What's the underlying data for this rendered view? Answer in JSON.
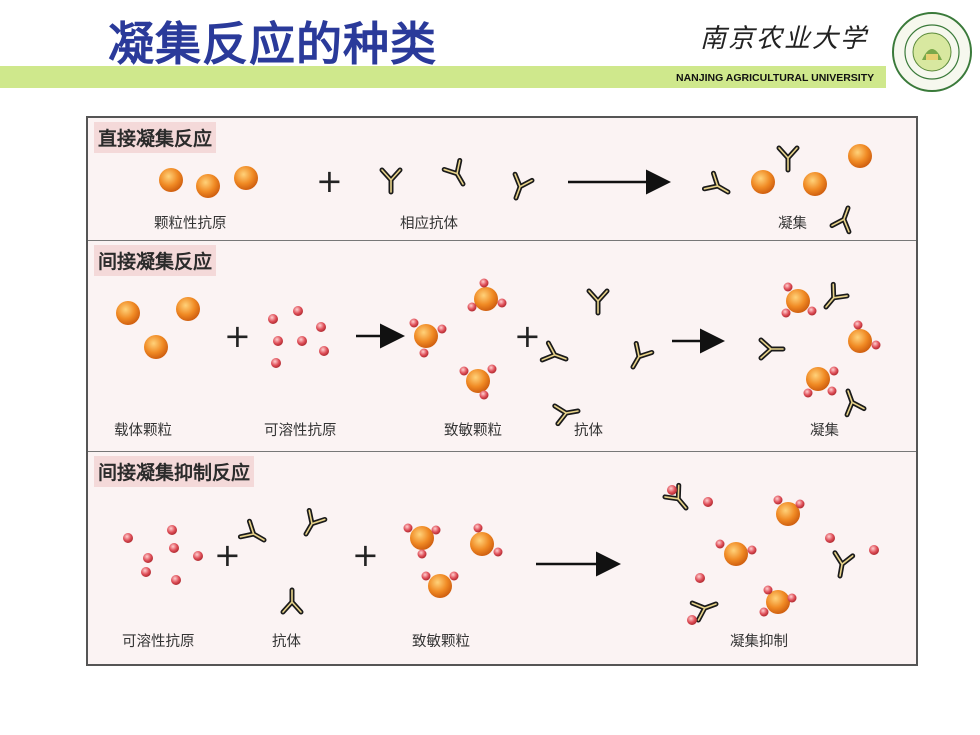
{
  "title": "凝集反应的种类",
  "university": {
    "name_cn": "南京农业大学",
    "name_en": "NANJING AGRICULTURAL UNIVERSITY"
  },
  "panels": [
    {
      "title": "直接凝集反应",
      "labels": [
        "颗粒性抗原",
        "相应抗体",
        "凝集"
      ]
    },
    {
      "title": "间接凝集反应",
      "labels": [
        "载体颗粒",
        "可溶性抗原",
        "致敏颗粒",
        "抗体",
        "凝集"
      ]
    },
    {
      "title": "间接凝集抑制反应",
      "labels": [
        "可溶性抗原",
        "抗体",
        "致敏颗粒",
        "凝集抑制"
      ]
    }
  ],
  "colors": {
    "title": "#2a3a9a",
    "band": "#cfe88c",
    "particle": "#f08a24",
    "antigen": "#e0505a",
    "antibody": "#1a1a1a"
  }
}
